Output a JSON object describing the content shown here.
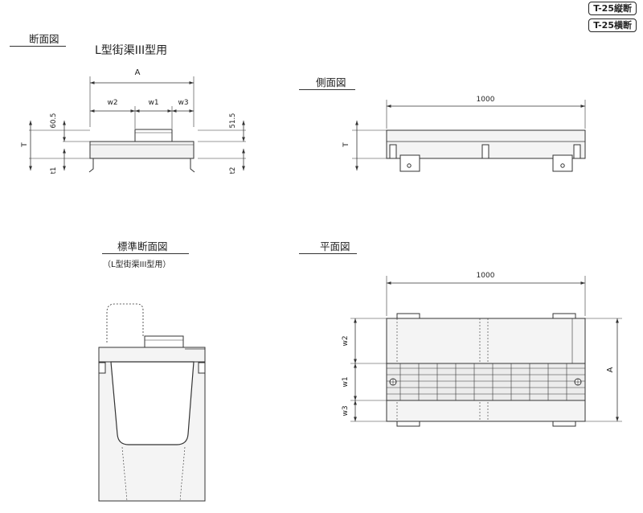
{
  "badges": [
    "T-25縦断",
    "T-25横断"
  ],
  "section_view": {
    "title": "断面図",
    "subtitle": "L型街渠III型用",
    "dims": {
      "A": "A",
      "w2": "w2",
      "w1": "w1",
      "w3": "w3",
      "d60": "60.5",
      "T": "T",
      "t1": "t1",
      "d51": "51.5",
      "t2": "t2"
    }
  },
  "side_view": {
    "title": "側面図",
    "dims": {
      "length": "1000",
      "T": "T"
    }
  },
  "standard_section": {
    "title": "標準断面図",
    "subtitle": "（L型街渠III型用）"
  },
  "plan_view": {
    "title": "平面図",
    "dims": {
      "length": "1000",
      "w2": "w2",
      "w1": "w1",
      "w3": "w3",
      "A": "A"
    }
  }
}
